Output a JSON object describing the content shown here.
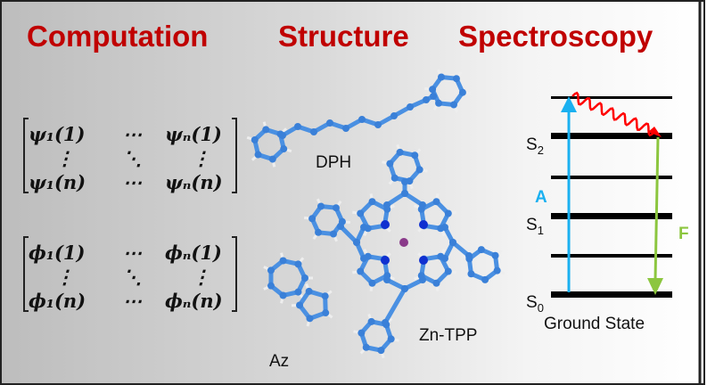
{
  "titles": {
    "computation": "Computation",
    "structure": "Structure",
    "spectroscopy": "Spectroscopy"
  },
  "matrices": {
    "psi": {
      "r1c1": "ψ₁(1)",
      "r1c3": "ψₙ(1)",
      "r3c1": "ψ₁(n)",
      "r3c3": "ψₙ(n)",
      "hdots": "⋯",
      "vdots": "⋮",
      "ddots": "⋱"
    },
    "phi": {
      "r1c1": "ϕ₁(1)",
      "r1c3": "ϕₙ(1)",
      "r3c1": "ϕ₁(n)",
      "r3c3": "ϕₙ(n)",
      "hdots": "⋯",
      "vdots": "⋮",
      "ddots": "⋱"
    }
  },
  "molecules": {
    "dph": "DPH",
    "zntpp": "Zn-TPP",
    "az": "Az"
  },
  "spectroscopy": {
    "s2": "S",
    "s2_sub": "2",
    "s1": "S",
    "s1_sub": "1",
    "s0": "S",
    "s0_sub": "0",
    "absorption": "A",
    "fluorescence": "F",
    "ground_state": "Ground State"
  },
  "colors": {
    "title": "#c00000",
    "atom": "#4a90e2",
    "absorption": "#1ab0f0",
    "fluorescence": "#8cc63f",
    "relaxation": "#ff0000"
  }
}
